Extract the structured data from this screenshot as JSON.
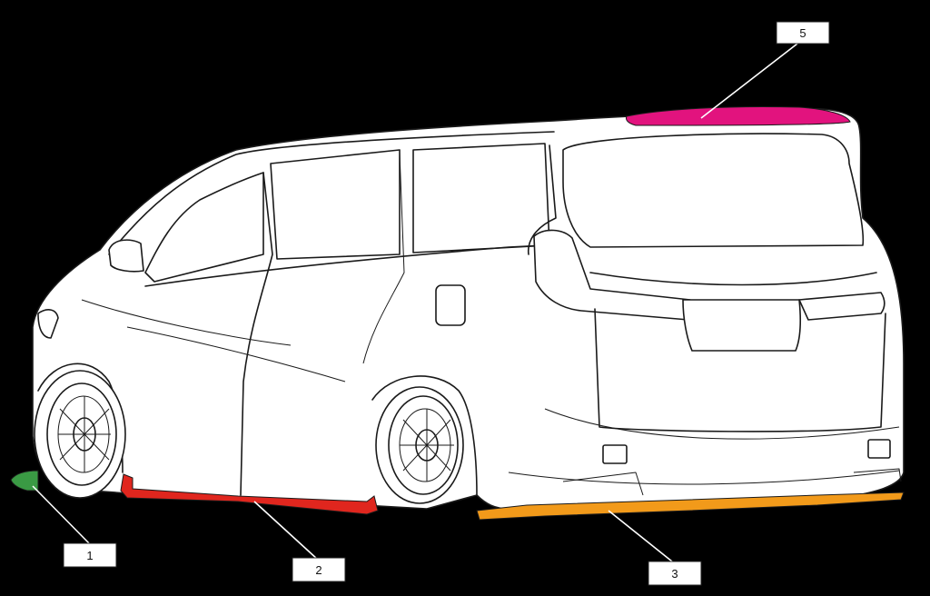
{
  "diagram": {
    "callouts": [
      {
        "id": "1",
        "label": "1",
        "color": "#3a9a44"
      },
      {
        "id": "2",
        "label": "2",
        "color": "#e0261e"
      },
      {
        "id": "3",
        "label": "3",
        "color": "#f29a1a"
      },
      {
        "id": "5",
        "label": "5",
        "color": "#e2137e"
      }
    ],
    "colors": {
      "background": "#000000",
      "body": "#ffffff",
      "outline": "#1a1a1a"
    }
  }
}
